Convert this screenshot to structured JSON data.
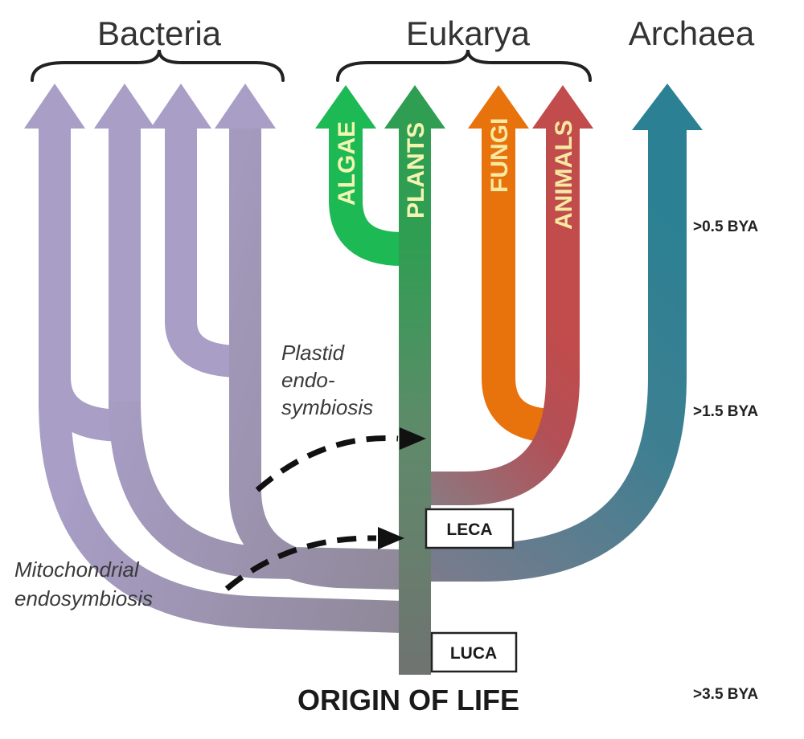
{
  "domains": {
    "bacteria": "Bacteria",
    "eukarya": "Eukarya",
    "archaea": "Archaea"
  },
  "lineages": {
    "algae": "ALGAE",
    "plants": "PLANTS",
    "fungi": "FUNGI",
    "animals": "ANIMALS"
  },
  "events": {
    "plastid": [
      "Plastid",
      "endo-",
      "symbiosis"
    ],
    "mitochondrial": [
      "Mitochondrial",
      "endosymbiosis"
    ]
  },
  "ancestors": {
    "leca": "LECA",
    "luca": "LUCA"
  },
  "origin": "ORIGIN OF LIFE",
  "times": {
    "t1": ">0.5 BYA",
    "t2": ">1.5 BYA",
    "t3": ">3.5 BYA"
  },
  "colors": {
    "bacteria": "#a89ec6",
    "plants": "#2f9e52",
    "algae": "#1db954",
    "trunk_base": "#6b7a6e",
    "fungi": "#e8720c",
    "animals": "#c24b4b",
    "archaea": "#2b8193",
    "label_on_green": "#f3f5b0",
    "label_on_orange": "#f7e9a2",
    "label_on_red": "#f7e9a2"
  }
}
